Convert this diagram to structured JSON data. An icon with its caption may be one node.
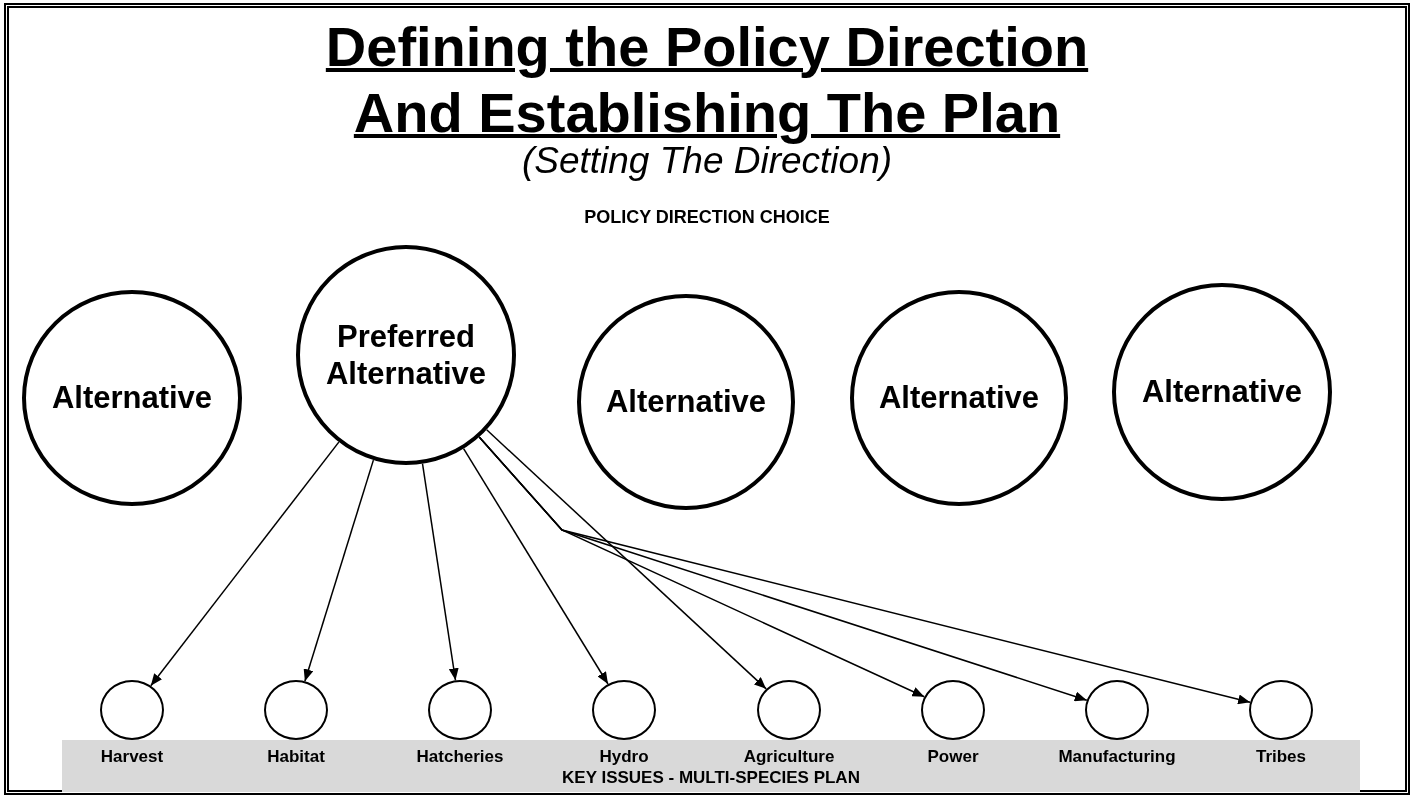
{
  "diagram": {
    "title": "Defining the Policy Direction And Establishing The Plan",
    "nodes": [
      {
        "text": [
          "Alternative"
        ]
      },
      {
        "text": [
          "Preferred Alternative"
        ]
      },
      {
        "text": [
          "Alternative"
        ]
      },
      {
        "text": [
          "Alternative"
        ]
      },
      {
        "text": [
          "Alternative"
        ]
      },
      {
        "text": [],
        "shape": "circle",
        "beside": [
          "Harvest"
        ]
      },
      {
        "text": [],
        "shape": "circle",
        "beside": [
          "Habitat"
        ]
      },
      {
        "text": [],
        "shape": "circle",
        "beside": [
          "Hatcheries"
        ]
      },
      {
        "text": [],
        "shape": "circle",
        "beside": [
          "Hydro"
        ]
      },
      {
        "text": [],
        "shape": "circle",
        "beside": [
          "Agriculture"
        ]
      },
      {
        "text": [],
        "shape": "circle",
        "beside": [
          "Power"
        ]
      },
      {
        "text": [],
        "shape": "circle",
        "beside": [
          "Manufacturing"
        ]
      },
      {
        "text": [],
        "shape": "circle",
        "beside": [
          "Tribes"
        ]
      },
      {
        "text": [
          "KEY ISSUES - MULTI-SPECIES PLAN"
        ]
      }
    ],
    "edges": [
      {
        "from": 1,
        "to": 5,
        "arrow": "to"
      },
      {
        "from": 1,
        "to": 6,
        "arrow": "to"
      },
      {
        "from": 1,
        "to": 7,
        "arrow": "to"
      },
      {
        "from": 1,
        "to": 8,
        "arrow": "to"
      },
      {
        "from": 1,
        "to": 9,
        "arrow": "to"
      },
      {
        "from": 1,
        "to": 10,
        "arrow": "to"
      },
      {
        "from": 1,
        "to": 11,
        "arrow": "to"
      },
      {
        "from": 1,
        "to": 12,
        "arrow": "to"
      }
    ],
    "labels": [
      "(Setting The Direction)",
      "POLICY DIRECTION CHOICE"
    ]
  }
}
